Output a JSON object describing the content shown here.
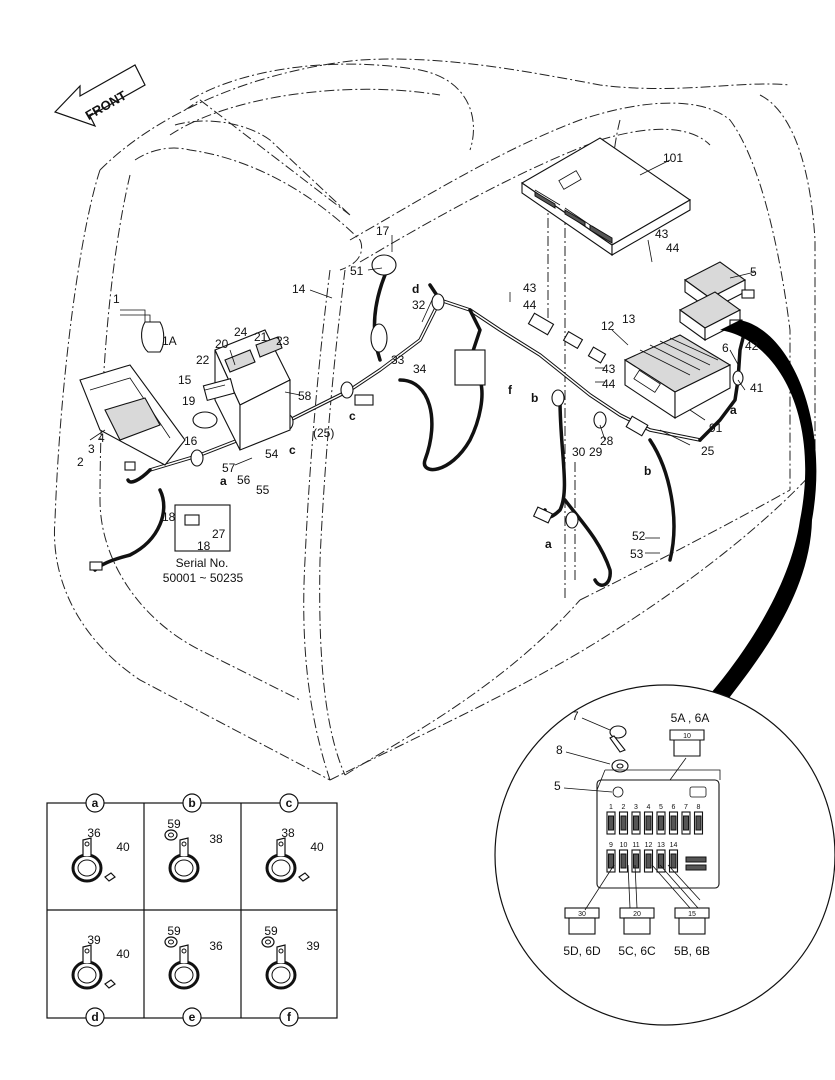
{
  "front_label": "FRONT",
  "callouts": [
    {
      "id": "101",
      "text": "101"
    },
    {
      "id": "43a",
      "text": "43"
    },
    {
      "id": "44a",
      "text": "44"
    },
    {
      "id": "5",
      "text": "5"
    },
    {
      "id": "17",
      "text": "17"
    },
    {
      "id": "51",
      "text": "51"
    },
    {
      "id": "14",
      "text": "14"
    },
    {
      "id": "d-top",
      "text": "d"
    },
    {
      "id": "32",
      "text": "32"
    },
    {
      "id": "43b",
      "text": "43"
    },
    {
      "id": "44b",
      "text": "44"
    },
    {
      "id": "12",
      "text": "12"
    },
    {
      "id": "13",
      "text": "13"
    },
    {
      "id": "6",
      "text": "6"
    },
    {
      "id": "42",
      "text": "42"
    },
    {
      "id": "41",
      "text": "41"
    },
    {
      "id": "a-right",
      "text": "a"
    },
    {
      "id": "1",
      "text": "1"
    },
    {
      "id": "1A",
      "text": "1A"
    },
    {
      "id": "24",
      "text": "24"
    },
    {
      "id": "21",
      "text": "21"
    },
    {
      "id": "20",
      "text": "20"
    },
    {
      "id": "23",
      "text": "23"
    },
    {
      "id": "22",
      "text": "22"
    },
    {
      "id": "15",
      "text": "15"
    },
    {
      "id": "19",
      "text": "19"
    },
    {
      "id": "58",
      "text": "58"
    },
    {
      "id": "33",
      "text": "33"
    },
    {
      "id": "34",
      "text": "34"
    },
    {
      "id": "43c",
      "text": "43"
    },
    {
      "id": "44c",
      "text": "44"
    },
    {
      "id": "f-top",
      "text": "f"
    },
    {
      "id": "b-mid",
      "text": "b"
    },
    {
      "id": "91",
      "text": "91"
    },
    {
      "id": "c-mid",
      "text": "c"
    },
    {
      "id": "25a",
      "text": "(25)"
    },
    {
      "id": "16",
      "text": "16"
    },
    {
      "id": "c-left",
      "text": "c"
    },
    {
      "id": "28",
      "text": "28"
    },
    {
      "id": "30",
      "text": "30"
    },
    {
      "id": "29",
      "text": "29"
    },
    {
      "id": "25b",
      "text": "25"
    },
    {
      "id": "2",
      "text": "2"
    },
    {
      "id": "3",
      "text": "3"
    },
    {
      "id": "4",
      "text": "4"
    },
    {
      "id": "57",
      "text": "57"
    },
    {
      "id": "54",
      "text": "54"
    },
    {
      "id": "56",
      "text": "56"
    },
    {
      "id": "55",
      "text": "55"
    },
    {
      "id": "a-left",
      "text": "a"
    },
    {
      "id": "b-right",
      "text": "b"
    },
    {
      "id": "18a",
      "text": "18"
    },
    {
      "id": "27",
      "text": "27"
    },
    {
      "id": "18b",
      "text": "18"
    },
    {
      "id": "a-bottom",
      "text": "a"
    },
    {
      "id": "52",
      "text": "52"
    },
    {
      "id": "53",
      "text": "53"
    }
  ],
  "serial": {
    "line1": "Serial No.",
    "line2": "50001 ~ 50235"
  },
  "fuse_detail": {
    "labels": {
      "n7": "7",
      "n8": "8",
      "n5": "5"
    },
    "top_fuse": {
      "label": "5A , 6A",
      "rating": "10"
    },
    "row1": [
      "1",
      "2",
      "3",
      "4",
      "5",
      "6",
      "7",
      "8"
    ],
    "row2": [
      "9",
      "10",
      "11",
      "12",
      "13",
      "14"
    ],
    "bottom_fuses": [
      {
        "rating": "30",
        "label": "5D, 6D"
      },
      {
        "rating": "20",
        "label": "5C, 6C"
      },
      {
        "rating": "15",
        "label": "5B, 6B"
      }
    ]
  },
  "clamp_table": {
    "cells": [
      {
        "letter": "a",
        "parts": [
          "36",
          "40"
        ]
      },
      {
        "letter": "b",
        "parts": [
          "59",
          "38"
        ]
      },
      {
        "letter": "c",
        "parts": [
          "38",
          "40"
        ]
      },
      {
        "letter": "d",
        "parts": [
          "39",
          "40"
        ]
      },
      {
        "letter": "e",
        "parts": [
          "59",
          "36"
        ]
      },
      {
        "letter": "f",
        "parts": [
          "59",
          "39"
        ]
      }
    ]
  }
}
